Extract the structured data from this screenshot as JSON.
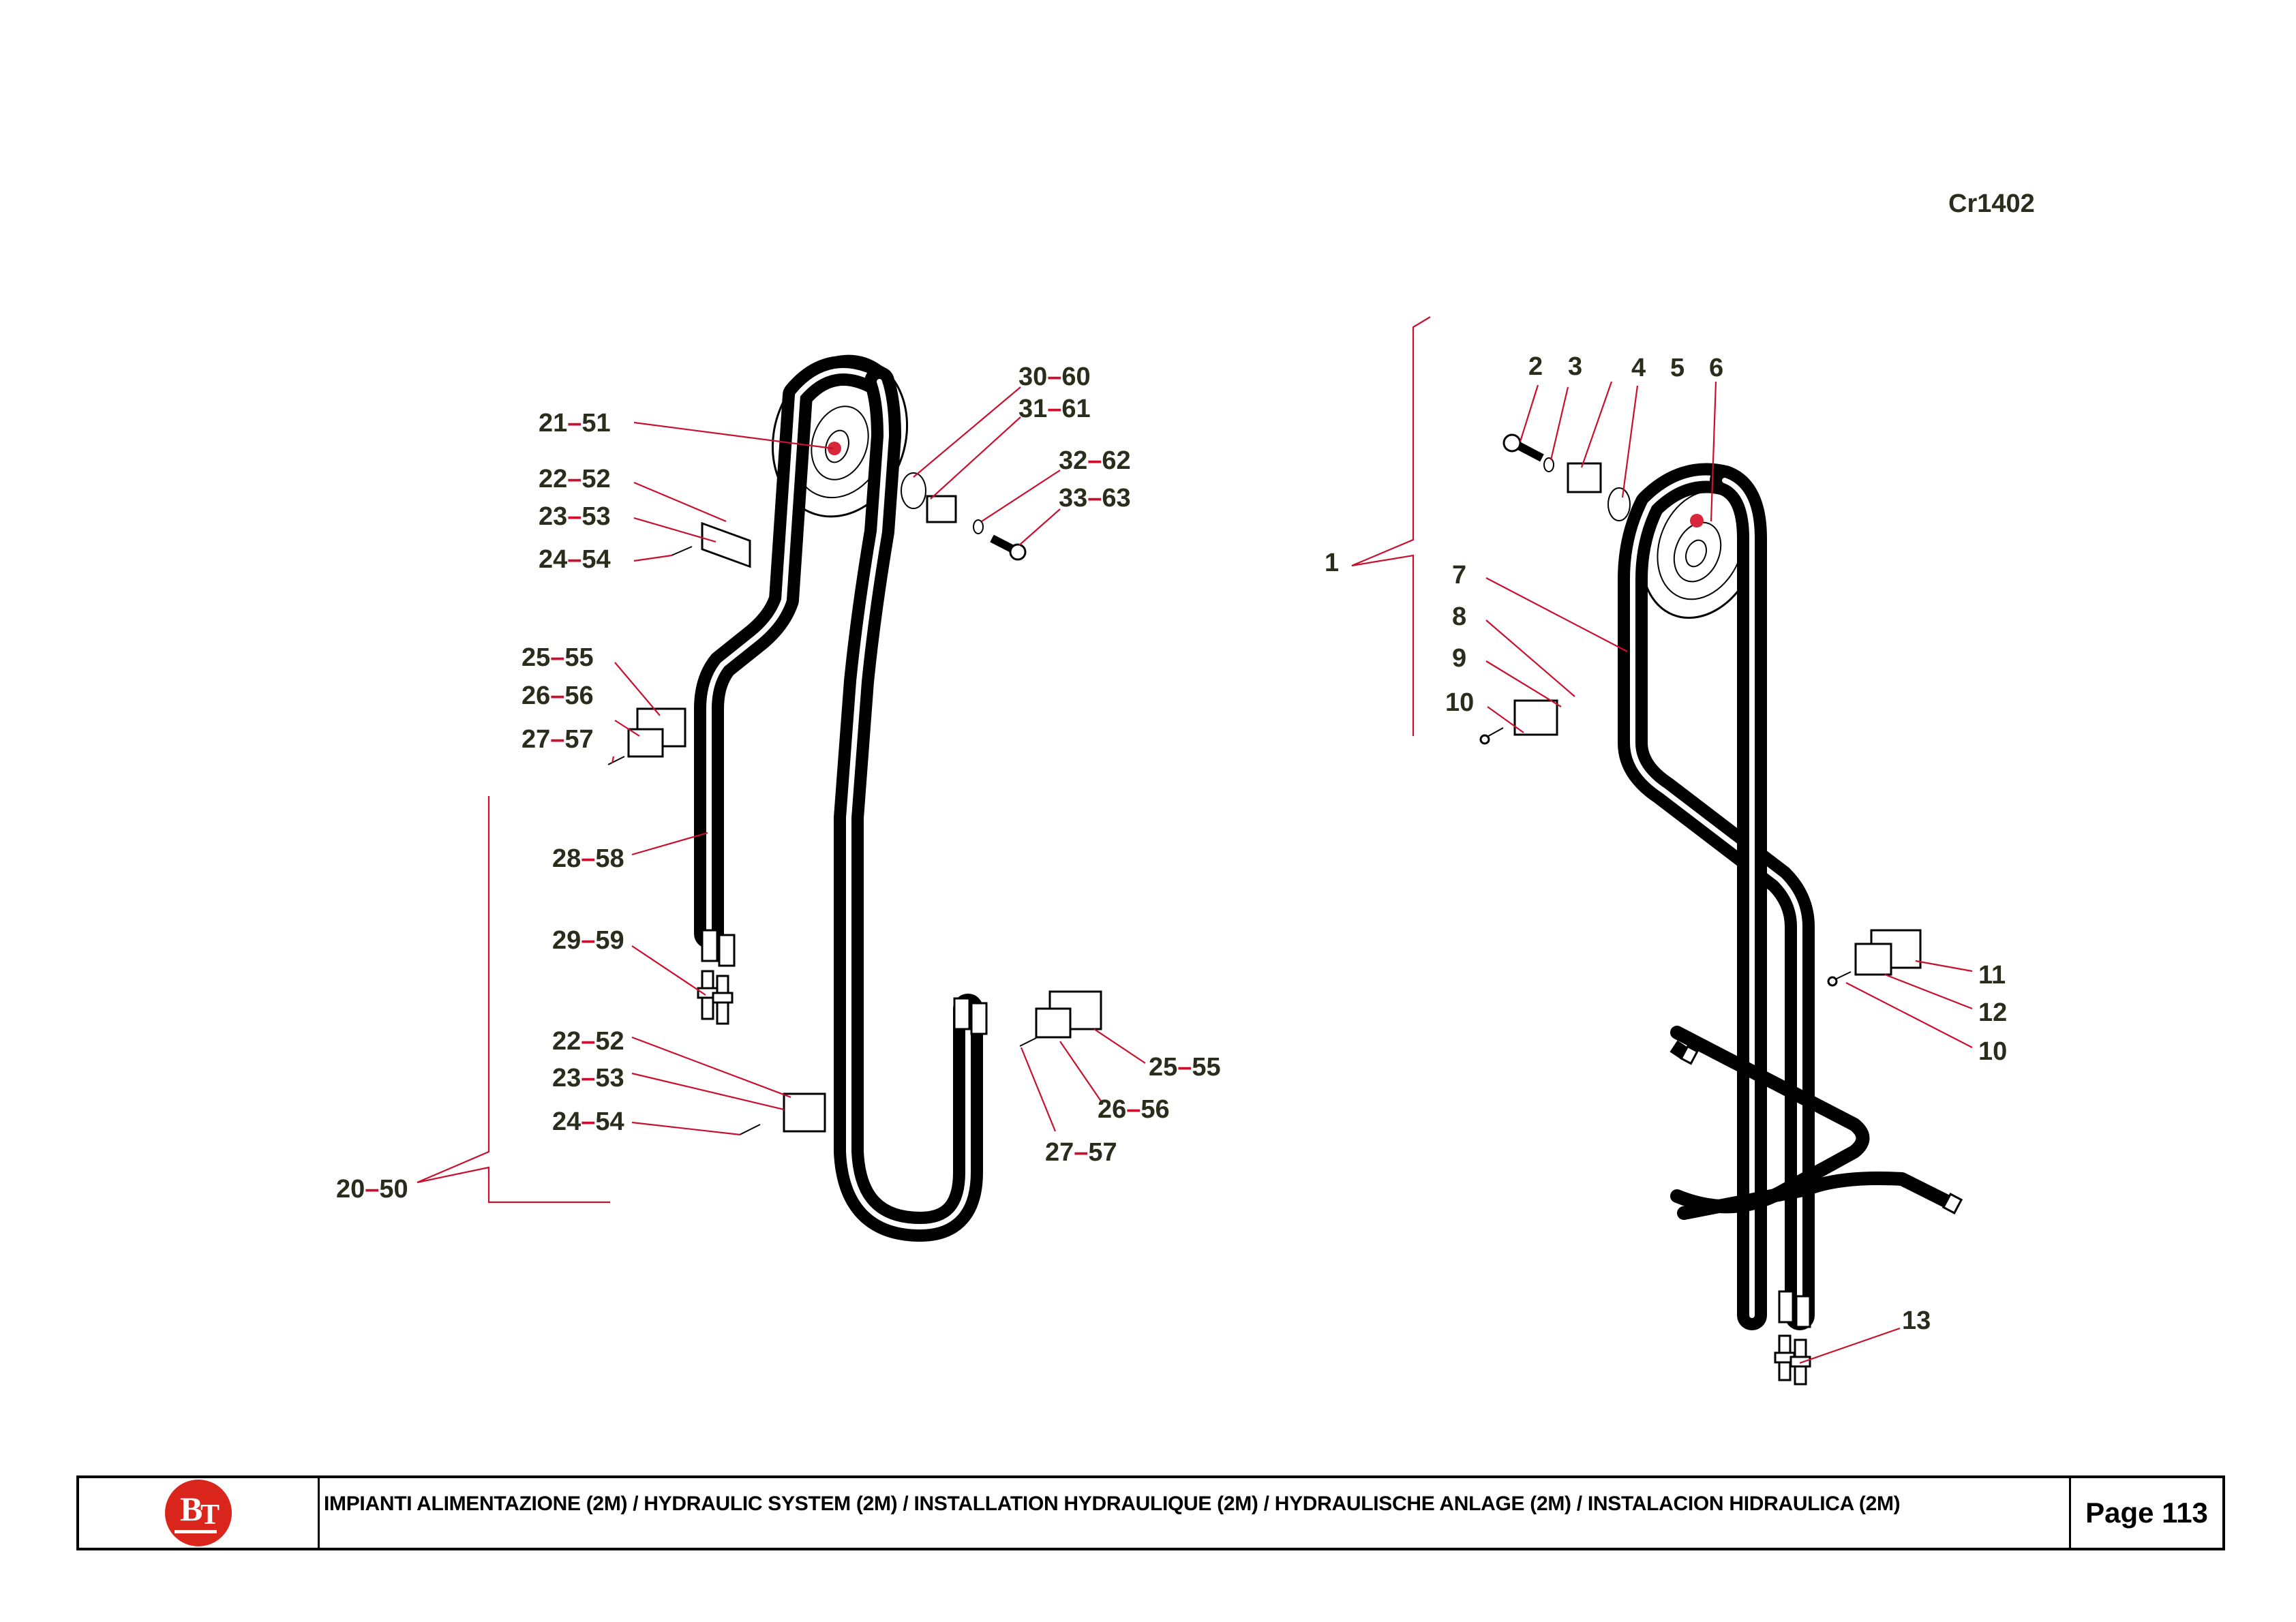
{
  "header": {
    "doc_code": "Cr1402"
  },
  "diagram": {
    "left_assembly": {
      "group_label": "20–50",
      "callouts": [
        {
          "id": "c-21-51",
          "a": "21",
          "b": "51"
        },
        {
          "id": "c-22-52-top",
          "a": "22",
          "b": "52"
        },
        {
          "id": "c-23-53-top",
          "a": "23",
          "b": "53"
        },
        {
          "id": "c-24-54-top",
          "a": "24",
          "b": "54"
        },
        {
          "id": "c-25-55-left",
          "a": "25",
          "b": "55"
        },
        {
          "id": "c-26-56-left",
          "a": "26",
          "b": "56"
        },
        {
          "id": "c-27-57-left",
          "a": "27",
          "b": "57"
        },
        {
          "id": "c-28-58",
          "a": "28",
          "b": "58"
        },
        {
          "id": "c-29-59",
          "a": "29",
          "b": "59"
        },
        {
          "id": "c-22-52-bot",
          "a": "22",
          "b": "52"
        },
        {
          "id": "c-23-53-bot",
          "a": "23",
          "b": "53"
        },
        {
          "id": "c-24-54-bot",
          "a": "24",
          "b": "54"
        },
        {
          "id": "c-30-60",
          "a": "30",
          "b": "60"
        },
        {
          "id": "c-31-61",
          "a": "31",
          "b": "61"
        },
        {
          "id": "c-32-62",
          "a": "32",
          "b": "62"
        },
        {
          "id": "c-33-63",
          "a": "33",
          "b": "63"
        },
        {
          "id": "c-25-55-right",
          "a": "25",
          "b": "55"
        },
        {
          "id": "c-26-56-right",
          "a": "26",
          "b": "56"
        },
        {
          "id": "c-27-57-right",
          "a": "27",
          "b": "57"
        },
        {
          "id": "c-20-50",
          "a": "20",
          "b": "50"
        }
      ]
    },
    "right_assembly": {
      "group_label": "1",
      "callouts": [
        "1",
        "2",
        "3",
        "4",
        "5",
        "6",
        "7",
        "8",
        "9",
        "10",
        "11",
        "12",
        "10",
        "13"
      ]
    },
    "colors": {
      "leader": "#c8102e",
      "label": "#2b2d1c",
      "hose": "#000000",
      "hub_dot": "#d9263a"
    }
  },
  "footer": {
    "logo_text": "BT",
    "title": "IMPIANTI ALIMENTAZIONE  (2M) / HYDRAULIC SYSTEM  (2M) / INSTALLATION  HYDRAULIQUE  (2M) / HYDRAULISCHE ANLAGE  (2M) / INSTALACION HIDRAULICA (2M)",
    "page": "Page 113"
  }
}
